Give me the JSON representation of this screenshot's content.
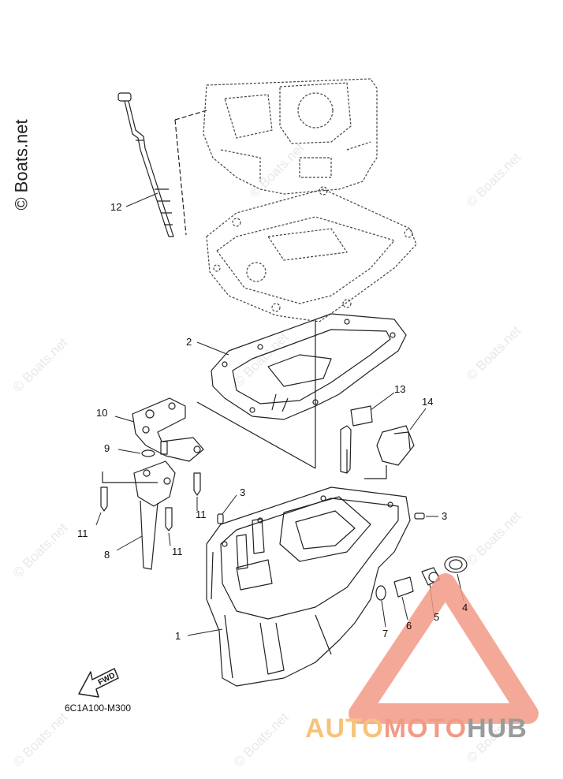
{
  "copyright": "© Boats.net",
  "watermark": "© Boats.net",
  "labels": {
    "l1": "1",
    "l2": "2",
    "l3": "3",
    "l4": "4",
    "l5": "5",
    "l6": "6",
    "l7": "7",
    "l8": "8",
    "l9": "9",
    "l10": "10",
    "l11": "11",
    "l12": "12",
    "l13": "13",
    "l14": "14"
  },
  "fwd": "FWD",
  "diagram_code": "6C1A100-M300",
  "brand": {
    "part1": "AUTO",
    "part2": "MOTO",
    "part3": "HUB"
  },
  "colors": {
    "brand_orange": "#f7c27a",
    "brand_red": "#f29a86",
    "brand_gray": "#9a9a9a"
  }
}
